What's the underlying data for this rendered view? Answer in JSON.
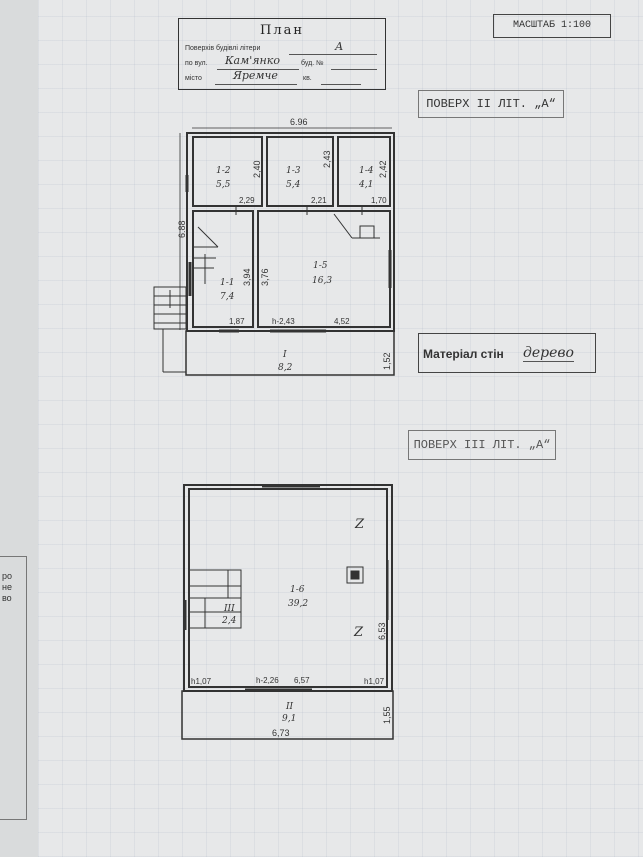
{
  "stamps": {
    "scale": "МАСШТАБ 1:100",
    "floor_2": "ПОВЕРХ ІІ ЛІТ. „А“",
    "floor_3": "ПОВЕРХ ІІІ ЛІТ. „А“",
    "material_label": "Матеріал стін",
    "material_value": "дерево"
  },
  "plan_header": {
    "title": "План",
    "row1_label": "Поверхів будівлі літери",
    "row1_value": "А",
    "row2_label": "по вул.",
    "row2_value": "Кам'янко",
    "row2_label_b": "буд. №",
    "row3_label": "місто",
    "row3_value": "Яремче",
    "row3_label_b": "кв."
  },
  "floor2": {
    "top_width": "6.96",
    "left_height": "6.88",
    "rooms": [
      {
        "id": "1-2",
        "area": "5,5",
        "dim_v": "2,40",
        "dim_h": "2,29"
      },
      {
        "id": "1-3",
        "area": "5,4",
        "dim_v": "2,43",
        "dim_h": "2,21"
      },
      {
        "id": "1-4",
        "area": "4,1",
        "dim_v": "2,42",
        "dim_h": "1,70"
      },
      {
        "id": "1-1",
        "area": "7,4",
        "dim_v": "3,94",
        "dim_h": "1,87"
      },
      {
        "id": "1-5",
        "area": "16,3",
        "dim_v": "3,76",
        "dim_h": "4,52",
        "height": "h-2,43"
      }
    ],
    "balcony": {
      "id": "I",
      "area": "8,2",
      "dim_v": "1,52"
    }
  },
  "floor3": {
    "room": {
      "id": "1-6",
      "area": "39,2",
      "dim_v": "6,53",
      "dim_h": "6,57",
      "height": "h-2,26"
    },
    "stair": {
      "id": "III",
      "area": "2,4"
    },
    "corner_l": "h1,07",
    "corner_r": "h1,07",
    "balcony": {
      "id": "II",
      "area": "9,1",
      "dim_v": "1,55"
    },
    "bottom_width": "6,73",
    "mark_z": "Z"
  },
  "left_strip": {
    "texts": [
      "ро",
      "не",
      "во"
    ]
  }
}
